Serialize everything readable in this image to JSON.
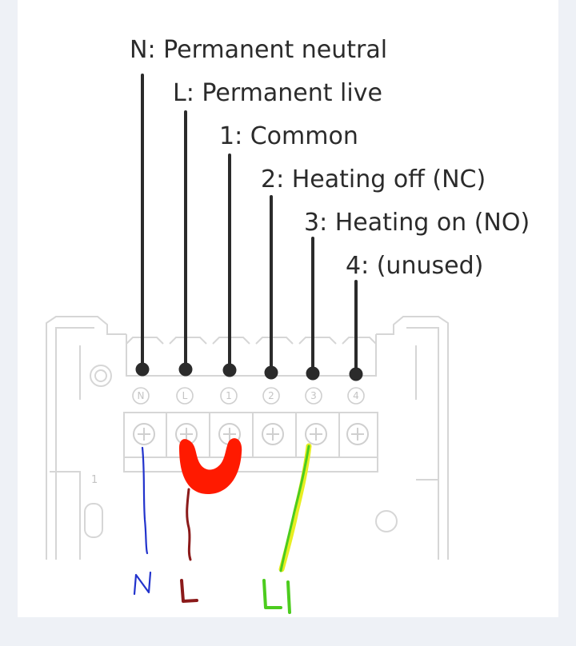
{
  "labels": {
    "neutral": "N: Permanent neutral",
    "live": "L: Permanent live",
    "common": "1: Common",
    "heating_off": "2: Heating off (NC)",
    "heating_on": "3: Heating on (NO)",
    "unused": "4: (unused)"
  },
  "terminal_symbols": [
    "N",
    "L",
    "1",
    "2",
    "3",
    "4"
  ],
  "side_mark": "1",
  "handwritten": {
    "n": "N",
    "l": "L",
    "l1": "L1"
  },
  "colors": {
    "background": "#eef1f6",
    "card": "#ffffff",
    "text": "#2b2b2b",
    "outline": "#d6d6d6",
    "neutral_wire": "#2233cc",
    "live_wire": "#8b1a1a",
    "switched_wire": "#4ccc1e",
    "switched_highlight": "#e8ee22",
    "link_mark": "#ff1a00"
  }
}
